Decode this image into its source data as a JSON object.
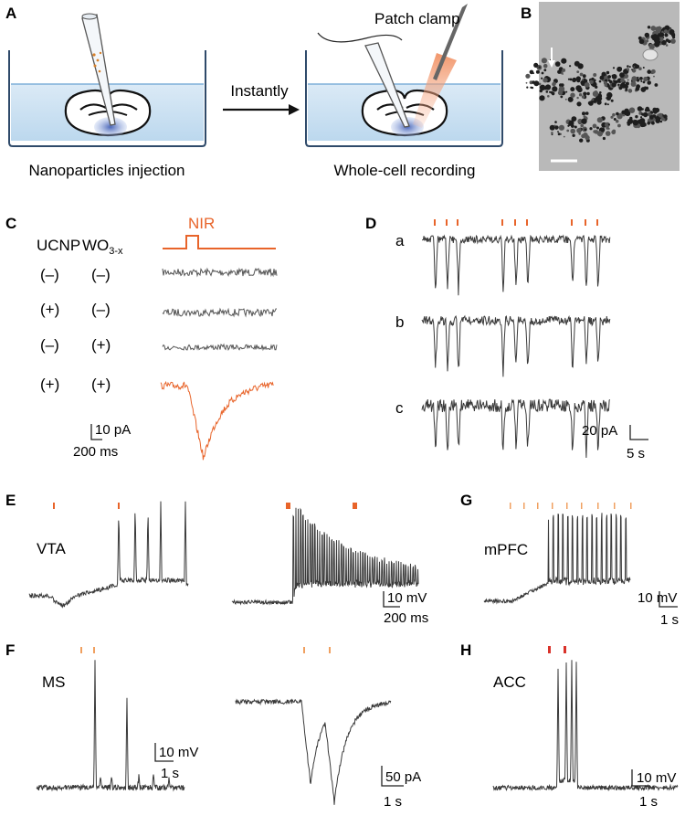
{
  "panels": {
    "A": {
      "letter": "A",
      "left_caption": "Nanoparticles injection",
      "arrow_label": "Instantly",
      "top_label": "Patch clamp",
      "right_caption": "Whole-cell recording"
    },
    "B": {
      "letter": "B"
    },
    "C": {
      "letter": "C",
      "stim_label": "NIR",
      "col1": "UCNP",
      "col2_main": "WO",
      "col2_sub": "3-x",
      "rows": [
        {
          "ucnp": "(–)",
          "wo3": "(–)"
        },
        {
          "ucnp": "(+)",
          "wo3": "(–)"
        },
        {
          "ucnp": "(–)",
          "wo3": "(+)"
        },
        {
          "ucnp": "(+)",
          "wo3": "(+)"
        }
      ],
      "scale_y": "10 pA",
      "scale_x": "200 ms"
    },
    "D": {
      "letter": "D",
      "traces": [
        "a",
        "b",
        "c"
      ],
      "scale_y": "20 pA",
      "scale_x": "5 s"
    },
    "E": {
      "letter": "E",
      "region": "VTA",
      "scale_y": "10 mV",
      "scale_x": "200 ms"
    },
    "F": {
      "letter": "F",
      "region": "MS",
      "scale_y1": "10 mV",
      "scale_x1": "1 s",
      "scale_y2": "50 pA",
      "scale_x2": "1 s"
    },
    "G": {
      "letter": "G",
      "region": "mPFC",
      "scale_y": "10 mV",
      "scale_x": "1 s"
    },
    "H": {
      "letter": "H",
      "region": "ACC",
      "scale_y": "10 mV",
      "scale_x": "1 s"
    }
  },
  "colors": {
    "stimulus": "#e8642a",
    "trace": "#3a3a3a",
    "bath": "#cfe4f3",
    "brain_region": "#5a79c6"
  }
}
